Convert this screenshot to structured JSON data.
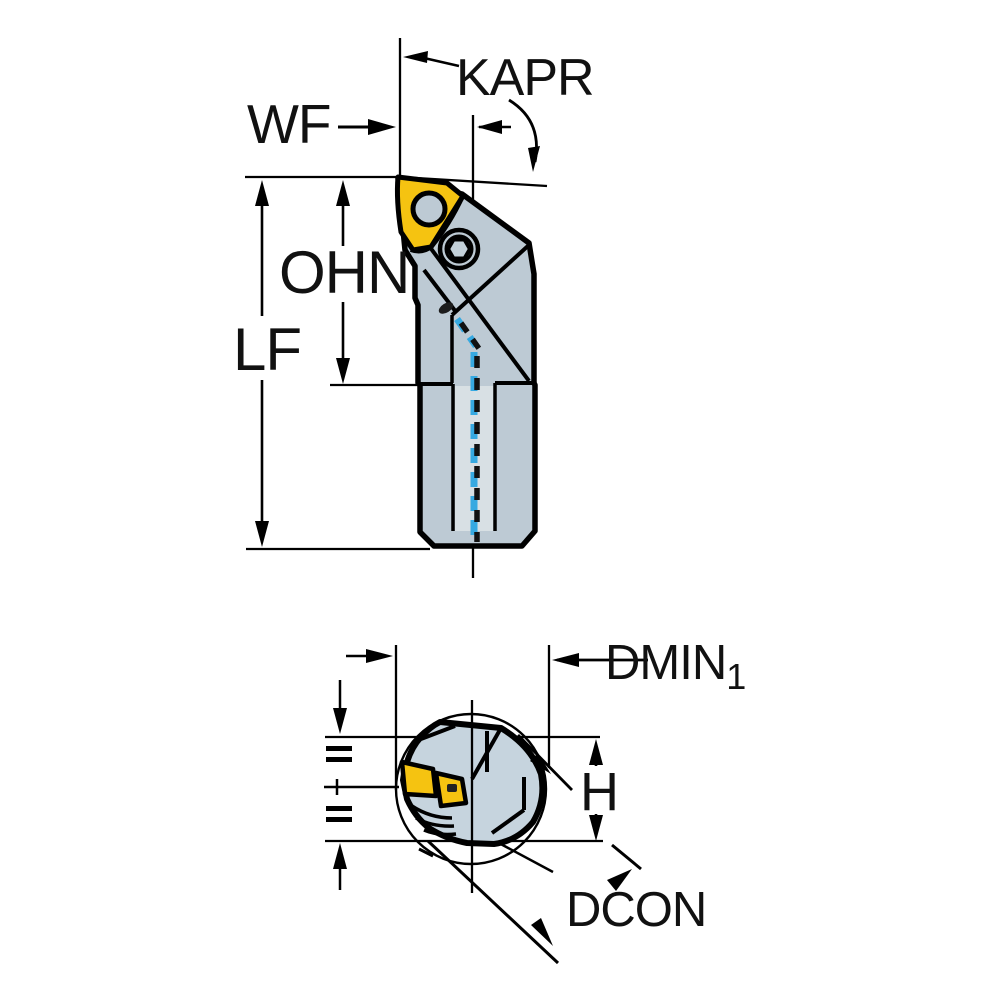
{
  "figures": {
    "side_view": {
      "description": "tool holder side view with insert and coolant channel",
      "labels": {
        "kapr": "KAPR",
        "wf": "WF",
        "ohn": "OHN",
        "lf": "LF"
      }
    },
    "end_view": {
      "description": "tool holder end (cross-section) view in bar circle",
      "labels": {
        "dmin_base": "DMIN",
        "dmin_sub": "1",
        "h": "H",
        "dcon": "DCON"
      }
    }
  },
  "colors": {
    "line": "#000000",
    "background": "#ffffff",
    "insert_yellow": "#f5c311",
    "body_gray": "#bdcad4",
    "body_gray_light": "#d8e0e4",
    "end_body_gray": "#c6d4de",
    "coolant_blue": "#36a9e1"
  }
}
